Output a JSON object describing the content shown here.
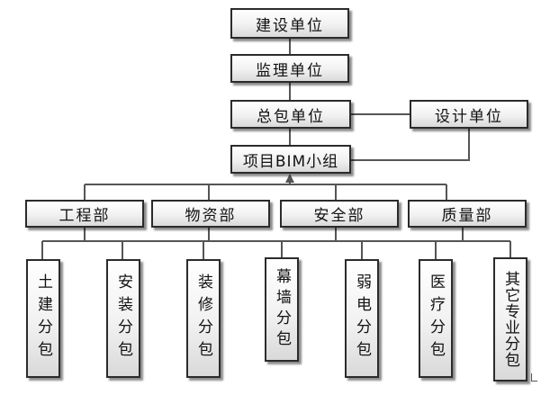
{
  "diagram": {
    "top_chain": [
      "建设单位",
      "监理单位",
      "总包单位"
    ],
    "design_unit": "设计单位",
    "bim_group": "项目BIM小组",
    "departments": [
      "工程部",
      "物资部",
      "安全部",
      "质量部"
    ],
    "subcontractors": [
      "土建分包",
      "安装分包",
      "装修分包",
      "幕墙分包",
      "弱电分包",
      "医疗分包",
      "其它专业分包"
    ],
    "colors": {
      "line": "#555555",
      "border": "#2b2b2b",
      "box_top": "#ffffff",
      "box_bottom": "#d9d9d9"
    }
  }
}
